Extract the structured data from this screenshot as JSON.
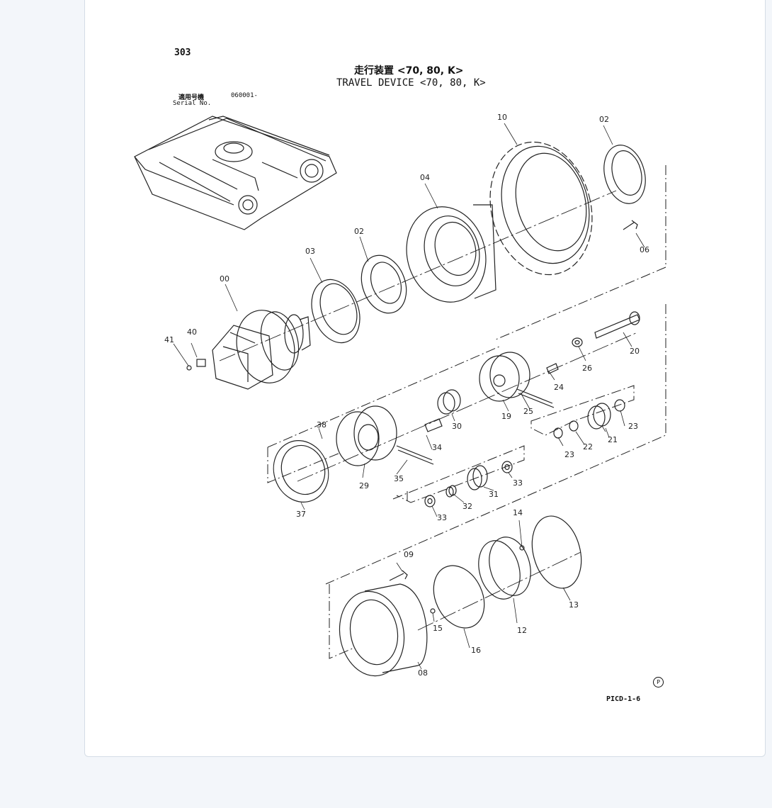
{
  "sheet": {
    "page_number": "303",
    "title_jp": "走行装置 <70, 80, K>",
    "title_en": "TRAVEL DEVICE <70, 80, K>",
    "serial_label_jp": "適用号機",
    "serial_label_en": "Serial No.",
    "serial_value": "060001-",
    "drawing_code": "PICD-1-6",
    "corner_mark": "P"
  },
  "part_labels": [
    {
      "id": "00",
      "text": "00"
    },
    {
      "id": "02a",
      "text": "02"
    },
    {
      "id": "02b",
      "text": "02"
    },
    {
      "id": "03",
      "text": "03"
    },
    {
      "id": "04",
      "text": "04"
    },
    {
      "id": "06",
      "text": "06"
    },
    {
      "id": "08",
      "text": "08"
    },
    {
      "id": "09",
      "text": "09"
    },
    {
      "id": "10",
      "text": "10"
    },
    {
      "id": "12",
      "text": "12"
    },
    {
      "id": "13",
      "text": "13"
    },
    {
      "id": "14",
      "text": "14"
    },
    {
      "id": "15",
      "text": "15"
    },
    {
      "id": "16",
      "text": "16"
    },
    {
      "id": "19",
      "text": "19"
    },
    {
      "id": "20",
      "text": "20"
    },
    {
      "id": "21",
      "text": "21"
    },
    {
      "id": "22",
      "text": "22"
    },
    {
      "id": "23a",
      "text": "23"
    },
    {
      "id": "23b",
      "text": "23"
    },
    {
      "id": "24",
      "text": "24"
    },
    {
      "id": "25",
      "text": "25"
    },
    {
      "id": "26",
      "text": "26"
    },
    {
      "id": "29",
      "text": "29"
    },
    {
      "id": "30",
      "text": "30"
    },
    {
      "id": "31",
      "text": "31"
    },
    {
      "id": "32",
      "text": "32"
    },
    {
      "id": "33a",
      "text": "33"
    },
    {
      "id": "33b",
      "text": "33"
    },
    {
      "id": "34",
      "text": "34"
    },
    {
      "id": "35",
      "text": "35"
    },
    {
      "id": "37",
      "text": "37"
    },
    {
      "id": "38",
      "text": "38"
    },
    {
      "id": "40",
      "text": "40"
    },
    {
      "id": "41",
      "text": "41"
    }
  ]
}
